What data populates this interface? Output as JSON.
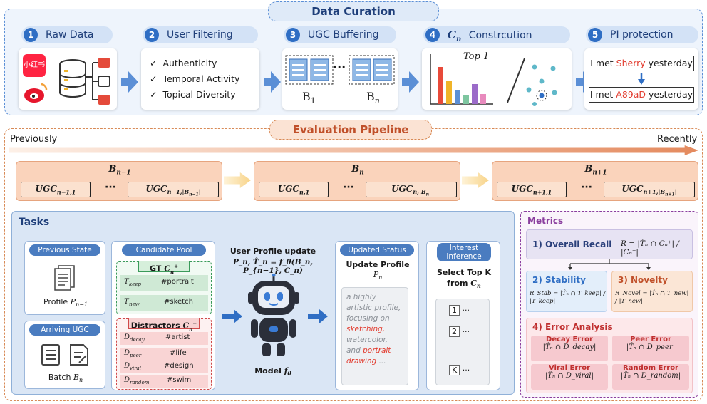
{
  "curation": {
    "title": "Data Curation",
    "stages": [
      {
        "num": "1",
        "label": "Raw Data"
      },
      {
        "num": "2",
        "label": "User Filtering"
      },
      {
        "num": "3",
        "label": "UGC Buffering"
      },
      {
        "num": "4",
        "label": "Constrcution",
        "math": "C_n"
      },
      {
        "num": "5",
        "label": "PI protection"
      }
    ],
    "raw_data_logo_text": "小红书",
    "filters": [
      "Authenticity",
      "Temporal Activity",
      "Topical Diversity"
    ],
    "check": "✓",
    "buffer_labels": {
      "first": "B",
      "first_sub": "1",
      "last": "B",
      "last_sub": "n",
      "dots": "···"
    },
    "top1": "Top 1",
    "pi": {
      "before_pre": "I met ",
      "before_name": "Sherry",
      "before_post": " yesterday",
      "after_pre": "I met ",
      "after_name": "A89aD",
      "after_post": " yesterday",
      "name_color": "#e23b2e"
    }
  },
  "pipeline": {
    "title": "Evaluation Pipeline",
    "left_label": "Previously",
    "right_label": "Recently",
    "dots": "···",
    "batches": [
      {
        "title": "B",
        "sub": "n−1",
        "ugc_first": "UGC",
        "ugc_first_sub": "n−1,1",
        "ugc_last": "UGC",
        "ugc_last_sub": "n−1,|B",
        "ugc_last_sub2": "n−1",
        "ugc_last_tail": "|"
      },
      {
        "title": "B",
        "sub": "n",
        "ugc_first": "UGC",
        "ugc_first_sub": "n,1",
        "ugc_last": "UGC",
        "ugc_last_sub": "n,|B",
        "ugc_last_sub2": "n",
        "ugc_last_tail": "|"
      },
      {
        "title": "B",
        "sub": "n+1",
        "ugc_first": "UGC",
        "ugc_first_sub": "n+1,1",
        "ugc_last": "UGC",
        "ugc_last_sub": "n+1,|B",
        "ugc_last_sub2": "n+1",
        "ugc_last_tail": "|"
      }
    ]
  },
  "tasks": {
    "title": "Tasks",
    "previous_state": "Previous State",
    "profile_label": "Profile ",
    "profile_math": "P",
    "profile_sub": "n−1",
    "arriving_ugc": "Arriving UGC",
    "batch_label": "Batch ",
    "batch_math": "B",
    "batch_sub": "n",
    "candidate_pool": "Candidate Pool",
    "gt_label": "GT ",
    "gt_math": "C",
    "gt_sub": "n",
    "gt_sup": "+",
    "gt_items": [
      {
        "k": "T",
        "ks": "keep",
        "tag": "#portrait"
      },
      {
        "k": "T",
        "ks": "new",
        "tag": "#sketch"
      }
    ],
    "distractors_label": "Distractors ",
    "distractors_math": "C",
    "distractors_sub": "n",
    "distractors_sup": "−",
    "distractor_items": [
      {
        "k": "D",
        "ks": "decay",
        "tag": "#artist"
      },
      {
        "k": "D",
        "ks": "peer",
        "tag": "#life"
      },
      {
        "k": "D",
        "ks": "viral",
        "tag": "#design"
      },
      {
        "k": "D",
        "ks": "random",
        "tag": "#swim"
      }
    ],
    "update_title": "User Profile update",
    "update_formula": "P_n, T̂_n = f_θ(B_n, P_{n−1}, C_n)",
    "model_label": "Model ",
    "model_math": "f",
    "model_sub": "θ",
    "updated_status": "Updated Status",
    "update_profile": "Update Profile",
    "update_profile_math": "P",
    "update_profile_sub": "n",
    "profile_text_1": "a highly artistic profile, focusing on",
    "profile_hl_1": "sketching,",
    "profile_text_2": "watercolor, and",
    "profile_hl_2": "portrait drawing",
    "profile_text_3": "...",
    "interest_inference": "Interest Inference",
    "select_top_k": "Select Top K from ",
    "select_math": "C",
    "select_sub": "n",
    "ranks": [
      {
        "n": "1",
        "d": "···"
      },
      {
        "n": "2",
        "d": "···"
      },
      {
        "n": "K",
        "d": "···"
      }
    ]
  },
  "metrics": {
    "title": "Metrics",
    "overall_recall": "1) Overall Recall",
    "recall_formula": "R = |T̂ₙ ∩ Cₙ⁺| / |Cₙ⁺|",
    "stability": "2) Stability",
    "stability_formula": "R_Stab = |T̂ₙ ∩ T_keep| / |T_keep|",
    "novelty": "3) Novelty",
    "novelty_formula": "R_Novel = |T̂ₙ ∩ T_new| / |T_new|",
    "error_analysis": "4) Error Analysis",
    "errors": [
      {
        "name": "Decay Error",
        "formula": "|T̂ₙ ∩ D_decay|"
      },
      {
        "name": "Peer Error",
        "formula": "|T̂ₙ ∩ D_peer|"
      },
      {
        "name": "Viral Error",
        "formula": "|T̂ₙ ∩ D_viral|"
      },
      {
        "name": "Random Error",
        "formula": "|T̂ₙ ∩ D_random|"
      }
    ]
  },
  "colors": {
    "curation_accent": "#2f6ec4",
    "pipeline_accent": "#c0502a",
    "metrics_accent": "#8a3e9e",
    "highlight_red": "#e23b2e"
  }
}
